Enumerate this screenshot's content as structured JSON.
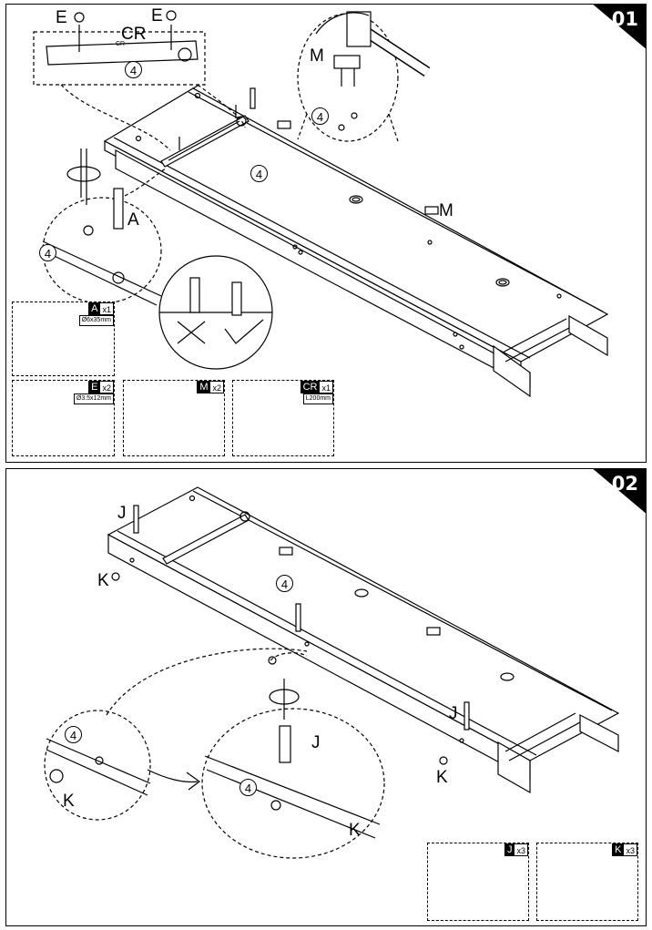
{
  "step1": {
    "number": "01",
    "labels": {
      "e_left": "E",
      "e_right": "E",
      "cr": "CR",
      "cr_small": "CR",
      "m_top": "M",
      "m_right": "M",
      "a": "A"
    },
    "panel_number": "4",
    "parts": [
      {
        "letter": "A",
        "qty": "x1",
        "dim": "Ø6x35mm"
      },
      {
        "letter": "E",
        "qty": "x2",
        "dim": "Ø3.5x12mm"
      },
      {
        "letter": "M",
        "qty": "x2",
        "dim": ""
      },
      {
        "letter": "CR",
        "qty": "x1",
        "dim": "L200mm"
      }
    ]
  },
  "step2": {
    "number": "02",
    "labels": {
      "j_top": "J",
      "k_left": "K",
      "j_mid": "J",
      "k_mid": "K",
      "k_zoom_left": "K",
      "j_zoom": "J",
      "k_zoom": "K"
    },
    "panel_number": "4",
    "parts": [
      {
        "letter": "J",
        "qty": "x3",
        "dim": ""
      },
      {
        "letter": "K",
        "qty": "x3",
        "dim": ""
      }
    ]
  }
}
